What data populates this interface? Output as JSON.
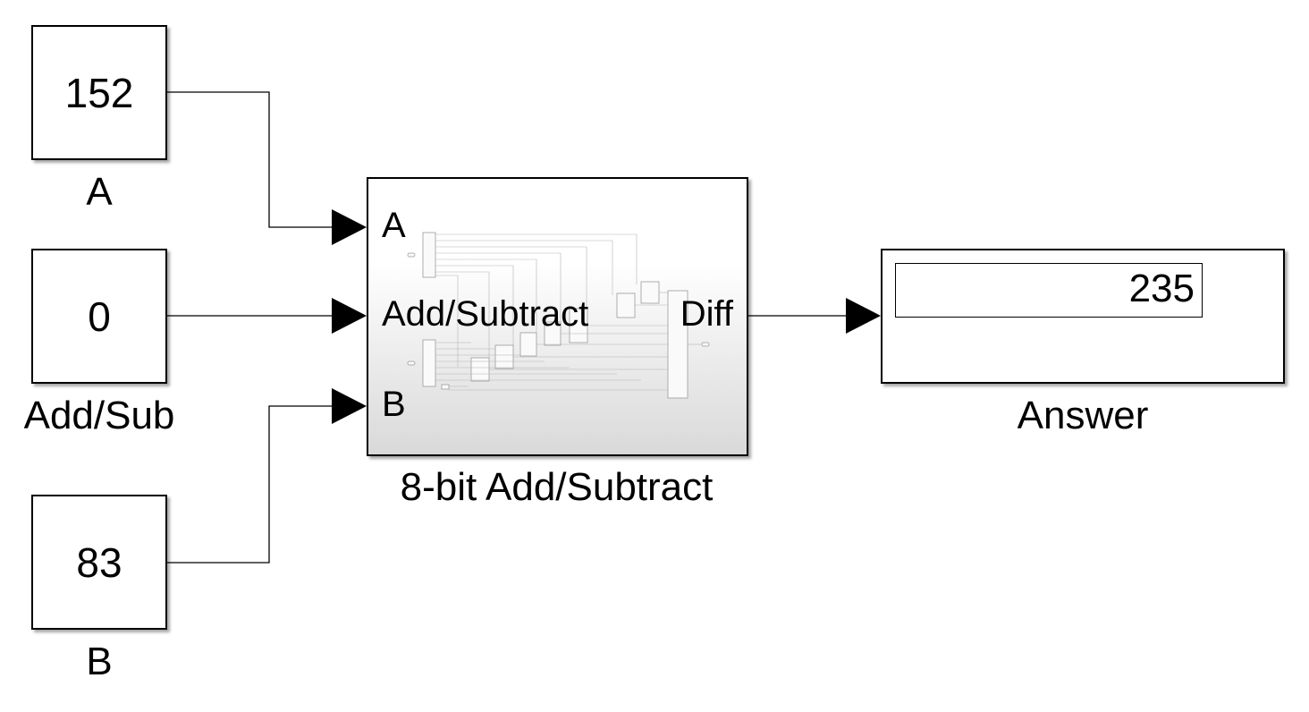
{
  "constants": {
    "a": {
      "value": "152",
      "label": "A"
    },
    "add_sub": {
      "value": "0",
      "label": "Add/Sub"
    },
    "b": {
      "value": "83",
      "label": "B"
    }
  },
  "subsystem": {
    "name": "8-bit Add/Subtract",
    "inputs": [
      "A",
      "Add/Subtract",
      "B"
    ],
    "output": "Diff"
  },
  "display": {
    "value": "235",
    "label": "Answer"
  }
}
